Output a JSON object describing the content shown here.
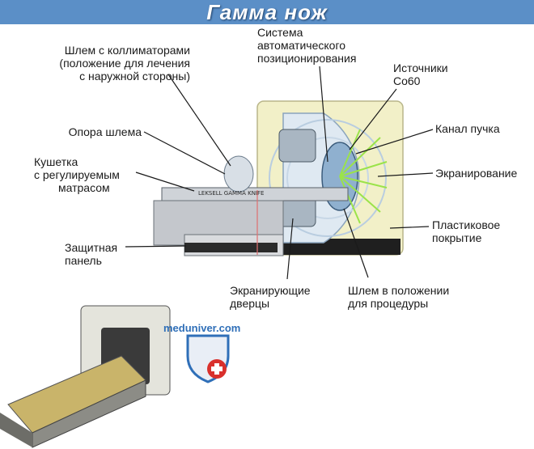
{
  "title": "Гамма нож",
  "labels": {
    "helmet_collimators": [
      "Шлем с коллиматорами",
      "(положение для лечения",
      "с наружной стороны)"
    ],
    "auto_positioning": [
      "Система",
      "автоматического",
      "позиционирования"
    ],
    "sources": [
      "Источники",
      "Со60"
    ],
    "beam_channel": "Канал пучка",
    "helmet_support": "Опора шлема",
    "couch": [
      "Кушетка",
      "с регулируемым",
      "матрасом"
    ],
    "shielding": "Экранирование",
    "plastic_cover": [
      "Пластиковое",
      "покрытие"
    ],
    "protective_panel": [
      "Защитная",
      "панель"
    ],
    "shielding_doors": [
      "Экранирующие",
      "дверцы"
    ],
    "helmet_procedure": [
      "Шлем в положении",
      "для процедуры"
    ],
    "couch_sign": "LEKSELL GAMMA KNIFE"
  },
  "watermark": "meduniver.com",
  "colors": {
    "title_bar": "#5b8fc7",
    "housing": "#f2f0c8",
    "shield_body": "#dfe9f2",
    "couch": "#cfd3d8",
    "dark": "#2b2b2b",
    "beam": "#c8ff5a"
  }
}
